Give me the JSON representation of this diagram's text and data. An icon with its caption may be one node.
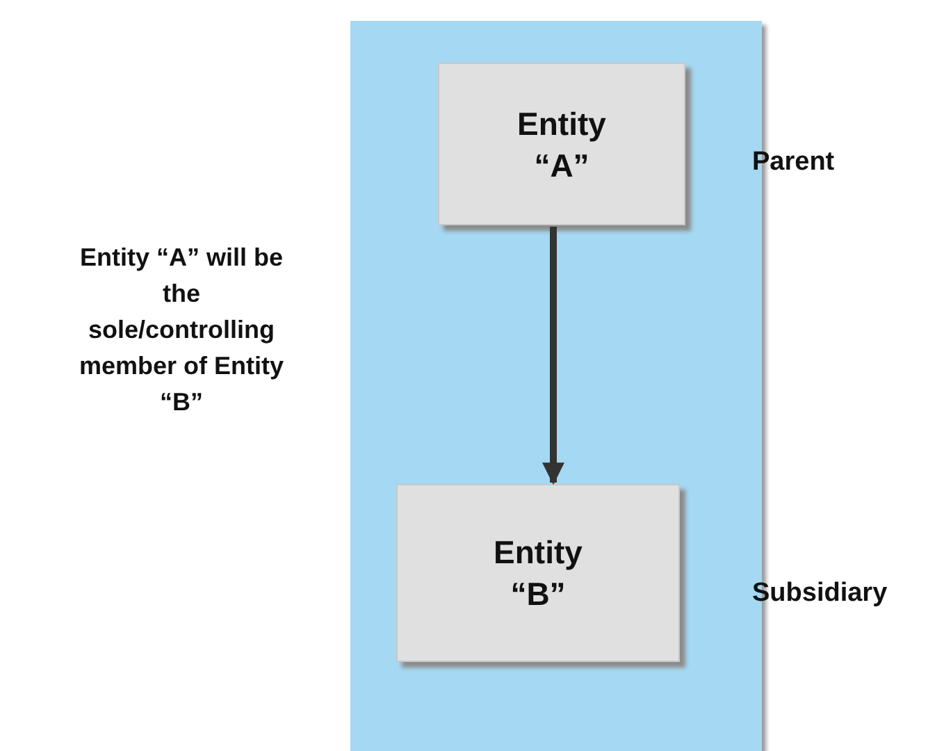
{
  "diagram": {
    "nodes": [
      {
        "text": [],
        "shape": "box"
      },
      {
        "text": [
          "Entity “A”"
        ],
        "in": 0,
        "beside": [
          "Parent"
        ]
      },
      {
        "text": [
          "Entity “B”"
        ],
        "in": 0,
        "beside": [
          "Subsidiary"
        ]
      }
    ],
    "edges": [
      {
        "from": 1,
        "to": 2,
        "arrow": "to"
      }
    ],
    "labels": [
      "Entity “A” will be the sole/controlling member of Entity “B”"
    ]
  }
}
